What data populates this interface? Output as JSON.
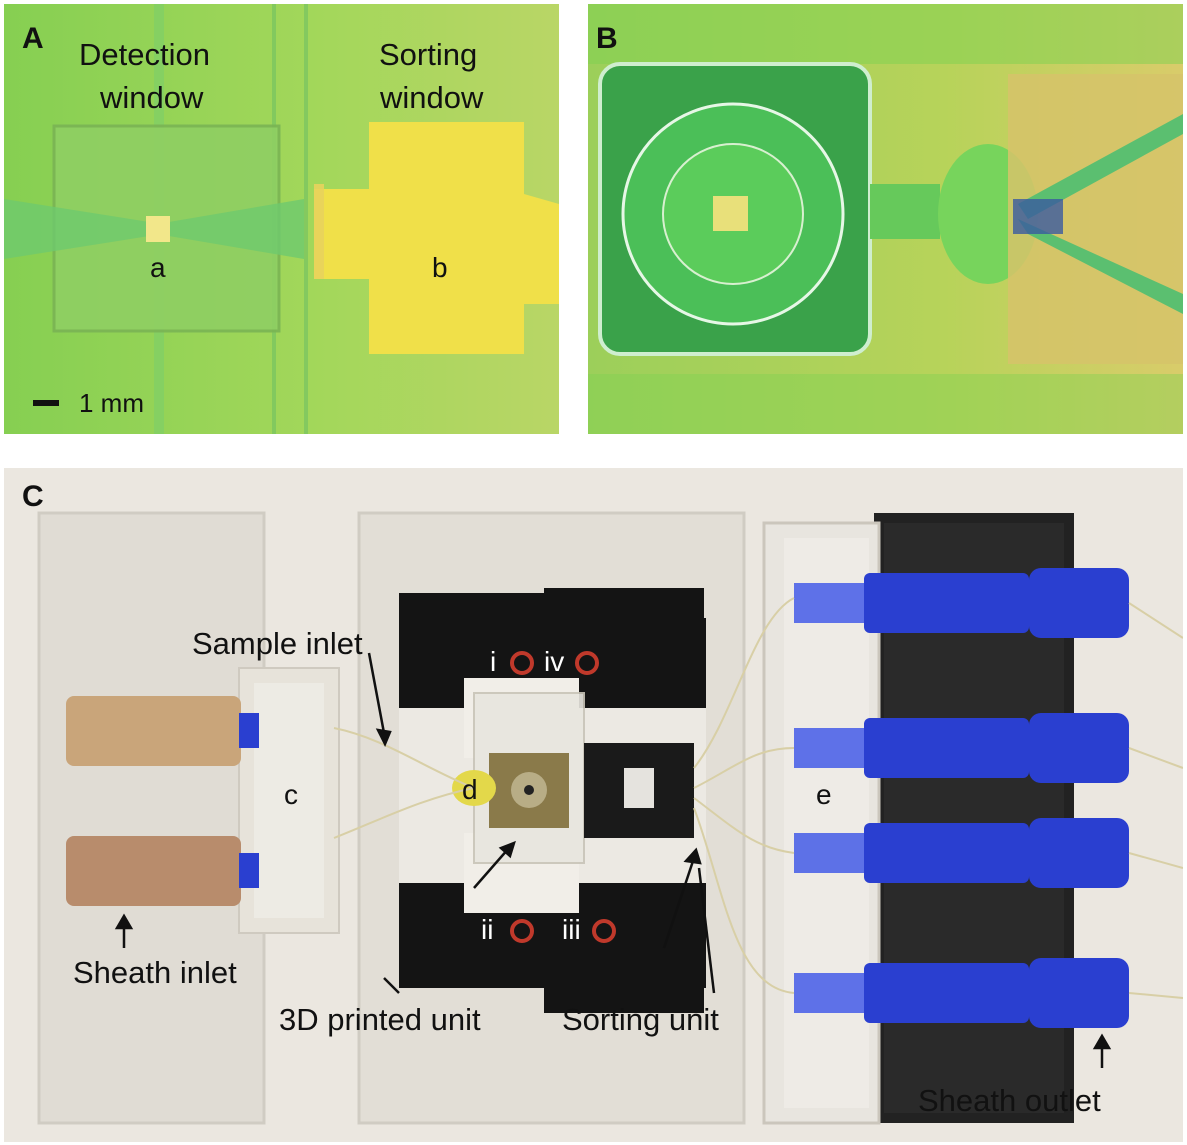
{
  "panel_a": {
    "label": "A",
    "detection_window": [
      "Detection",
      "window"
    ],
    "sorting_window": [
      "Sorting",
      "window"
    ],
    "marker_a": "a",
    "marker_b": "b",
    "scale_bar": "1 mm"
  },
  "panel_b": {
    "label": "B"
  },
  "panel_c": {
    "label": "C",
    "sample_inlet": "Sample inlet",
    "sheath_inlet": "Sheath inlet",
    "sheath_outlet": "Sheath outlet",
    "printed_unit": "3D printed unit",
    "sorting_unit": "Sorting unit",
    "marker_c": "c",
    "marker_d": "d",
    "marker_e": "e",
    "port_i": "i",
    "port_ii": "ii",
    "port_iii": "iii",
    "port_iv": "iv"
  },
  "colors": {
    "microscope_green": "#8fd44a",
    "gold_window": "#f2e24a",
    "cap_blue": "#2a3fd0",
    "cap_tan": "#c9a57a",
    "black_unit": "#141414",
    "port_ring": "#c0392b"
  }
}
